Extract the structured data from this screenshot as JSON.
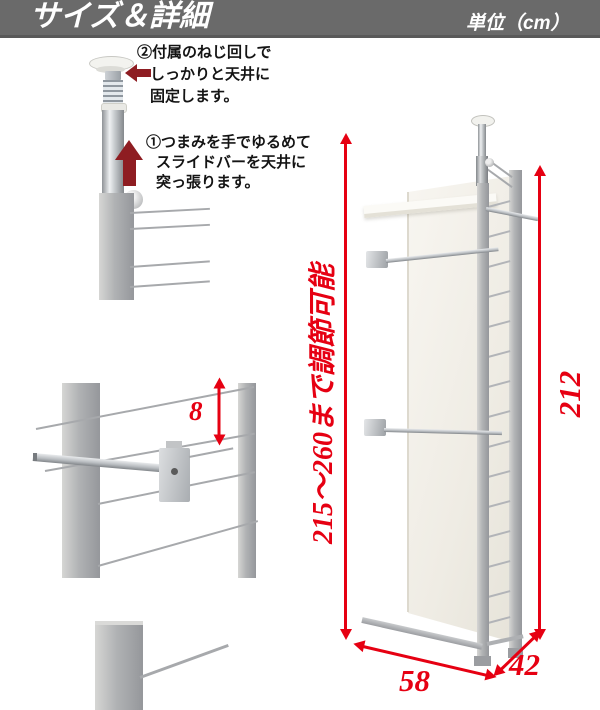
{
  "header": {
    "title": "サイズ＆詳細",
    "unit": "単位（cm）"
  },
  "annotations": {
    "step2": {
      "lines": [
        "②付属のねじ回しで",
        "しっかりと天井に",
        "固定します。"
      ]
    },
    "step1": {
      "lines": [
        "①つまみを手でゆるめて",
        "スライドバーを天井に",
        "突っ張ります。"
      ]
    }
  },
  "dimensions": {
    "adjustable_height": "215〜260まで調節可能",
    "height": "212",
    "wire_pitch": "8",
    "width": "58",
    "depth": "42"
  },
  "colors": {
    "accent_red": "#e60012",
    "note_arrow_maroon": "#8e1d22",
    "header_gray": "#6a6a6a",
    "panel_white": "#f2efe8",
    "frame_gray": "#a7a9ac"
  }
}
